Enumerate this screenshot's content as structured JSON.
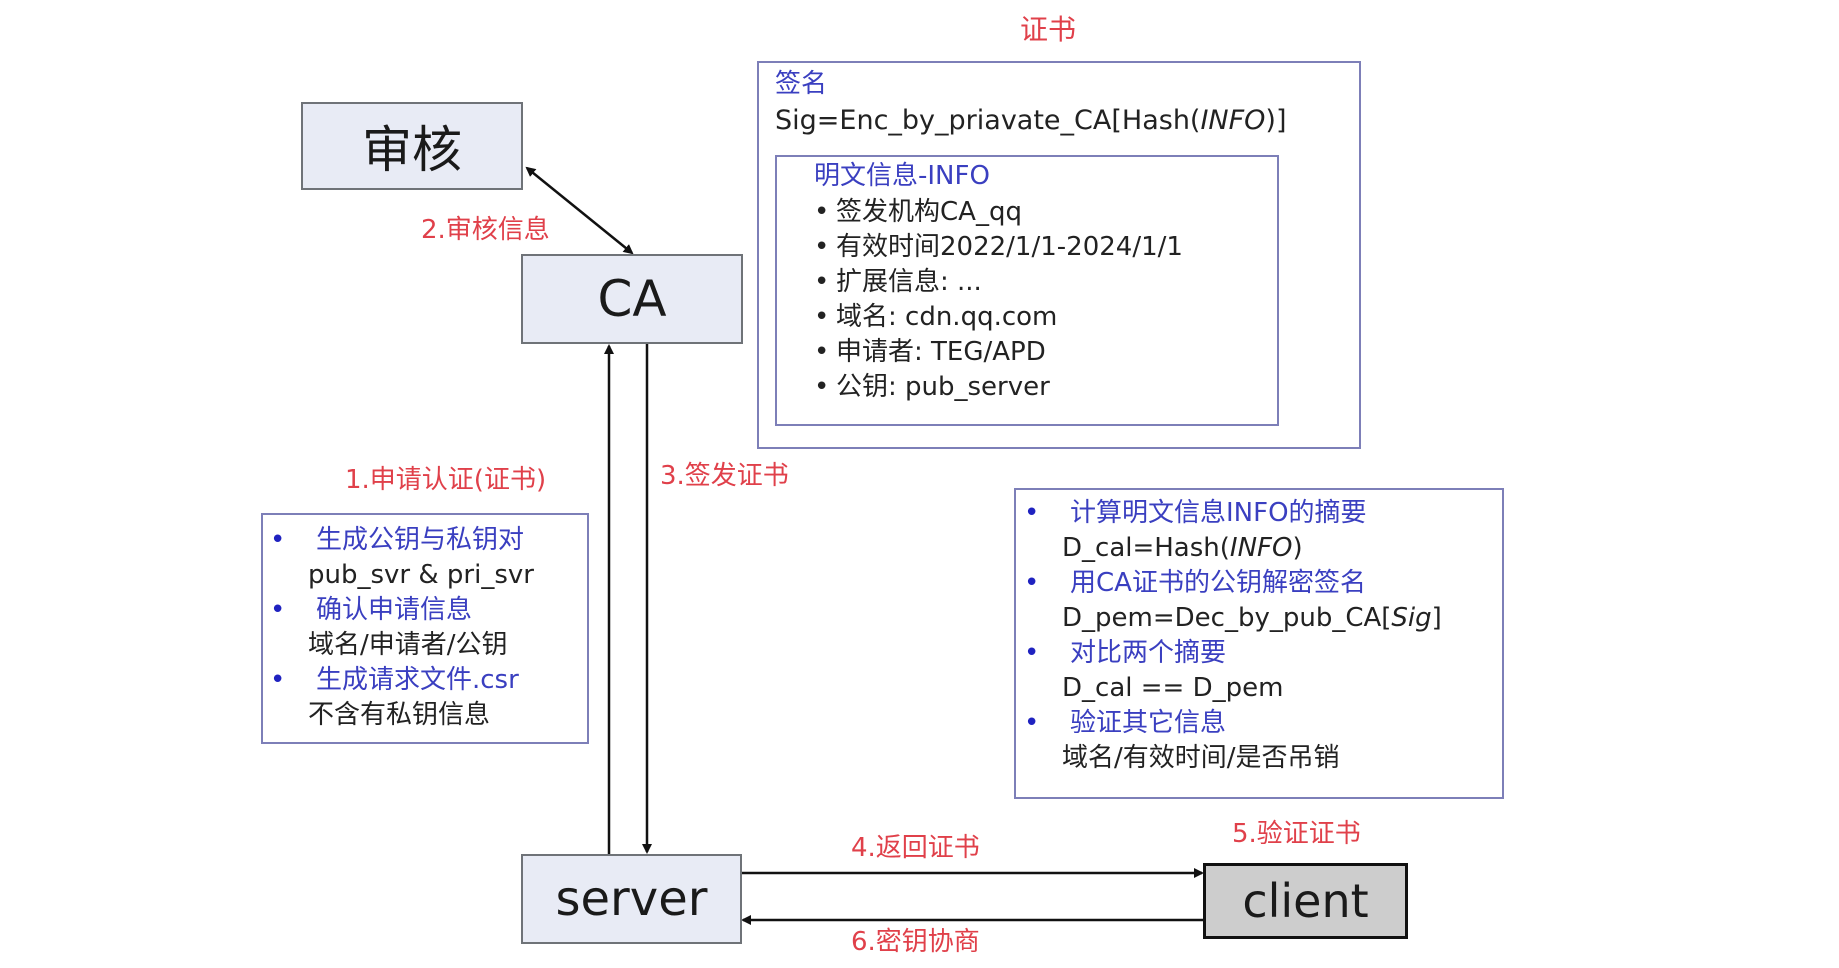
{
  "nodes": {
    "review": "审核",
    "ca": "CA",
    "server": "server",
    "client": "client"
  },
  "edges": {
    "step1": "1.申请认证(证书)",
    "step2": "2.审核信息",
    "step3": "3.签发证书",
    "step4": "4.返回证书",
    "step5": "5.验证证书",
    "step6": "6.密钥协商"
  },
  "certificate": {
    "title": "证书",
    "signature_heading": "签名",
    "signature_formula_prefix": "Sig=Enc_by_priavate_CA[Hash(",
    "signature_formula_italic": "INFO",
    "signature_formula_suffix": ")]",
    "info_heading": "明文信息-INFO",
    "info_items": [
      "签发机构CA_qq",
      "有效时间2022/1/1-2024/1/1",
      "扩展信息: ...",
      "域名: cdn.qq.com",
      "申请者: TEG/APD",
      "公钥: pub_server"
    ]
  },
  "server_steps": [
    {
      "title": "生成公钥与私钥对",
      "detail": "pub_svr & pri_svr"
    },
    {
      "title": "确认申请信息",
      "detail": "域名/申请者/公钥"
    },
    {
      "title": "生成请求文件.csr",
      "detail": "不含有私钥信息"
    }
  ],
  "client_verify": [
    {
      "title": "计算明文信息INFO的摘要",
      "detail_prefix": "D_cal=Hash(",
      "detail_italic": "INFO",
      "detail_suffix": ")"
    },
    {
      "title": "用CA证书的公钥解密签名",
      "detail_prefix": "D_pem=Dec_by_pub_CA[",
      "detail_italic": "Sig",
      "detail_suffix": "]"
    },
    {
      "title": "对比两个摘要",
      "detail_prefix": "D_cal == D_pem",
      "detail_italic": "",
      "detail_suffix": ""
    },
    {
      "title": "验证其它信息",
      "detail_prefix": "域名/有效时间/是否吊销",
      "detail_italic": "",
      "detail_suffix": ""
    }
  ],
  "colors": {
    "label_red": "#e0404a",
    "heading_blue": "#3a3fc0",
    "node_fill": "#e8ebf5",
    "client_fill": "#cdcdcd",
    "panel_border": "#7d7fb8"
  }
}
